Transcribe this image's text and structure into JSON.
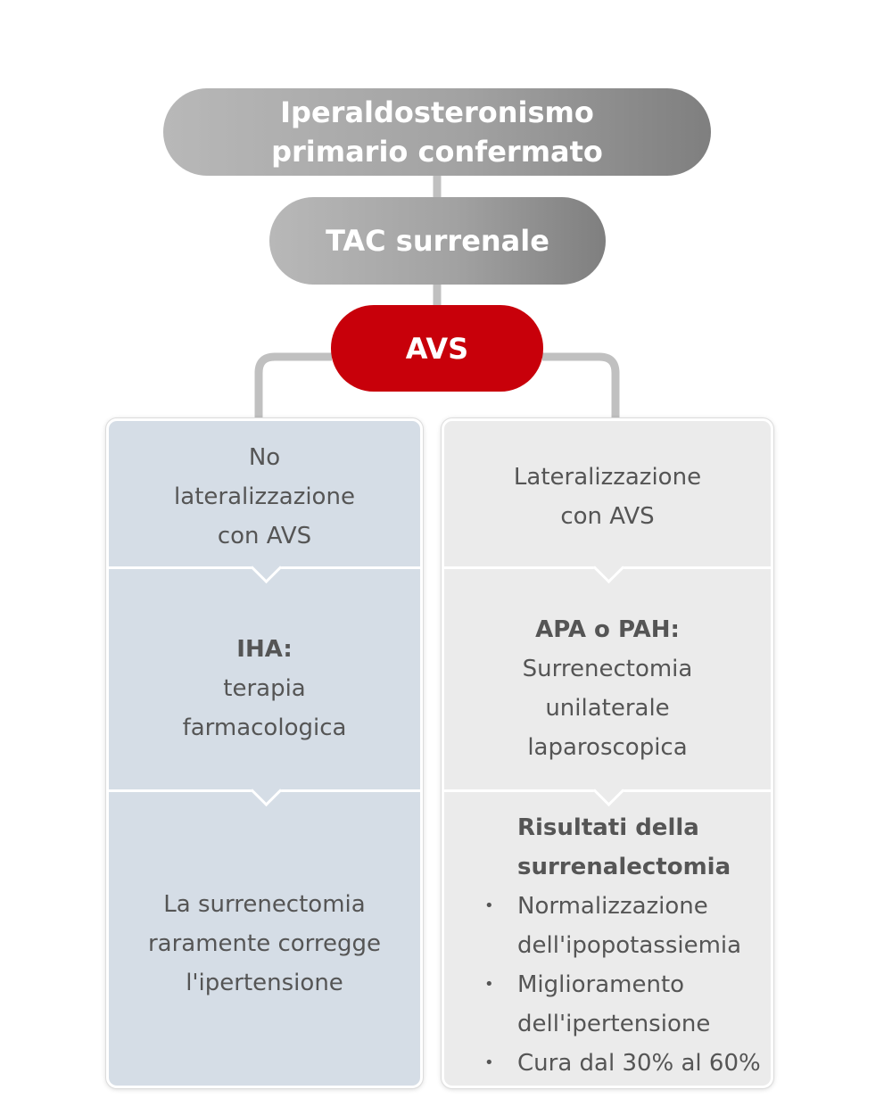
{
  "steps": [
    {
      "line1": "Iperaldosteronismo",
      "line2": "primario confermato"
    },
    {
      "label": "TAC surrenale"
    },
    {
      "label": "AVS"
    }
  ],
  "colors": {
    "gray_start": "#b8b8b8",
    "gray_end": "#7f7f7f",
    "avs_red": "#c8000a",
    "left_panel": "#d5dde6",
    "right_panel": "#ebebeb",
    "connector": "#c0c0c0"
  },
  "left": {
    "outcome": {
      "line1": "No",
      "line2": "lateralizzazione",
      "line3": "con AVS"
    },
    "diagnosis": {
      "title": "IHA:",
      "line1": "terapia",
      "line2": "farmacologica"
    },
    "note": {
      "line1": "La surrenectomia",
      "line2": "raramente corregge",
      "line3": "l'ipertensione"
    }
  },
  "right": {
    "outcome": {
      "line1": "Lateralizzazione",
      "line2": "con AVS"
    },
    "diagnosis": {
      "title": "APA o PAH:",
      "line1": "Surrenectomia",
      "line2": "unilaterale",
      "line3": "laparoscopica"
    },
    "results": {
      "title_line1": "Risultati della",
      "title_line2": "surrenalectomia",
      "bullets": [
        {
          "line1": "Normalizzazione",
          "line2": "dell'ipopotassiemia"
        },
        {
          "line1": "Miglioramento",
          "line2": "dell'ipertensione"
        },
        {
          "line1": "Cura dal 30% al 60%"
        }
      ]
    }
  }
}
